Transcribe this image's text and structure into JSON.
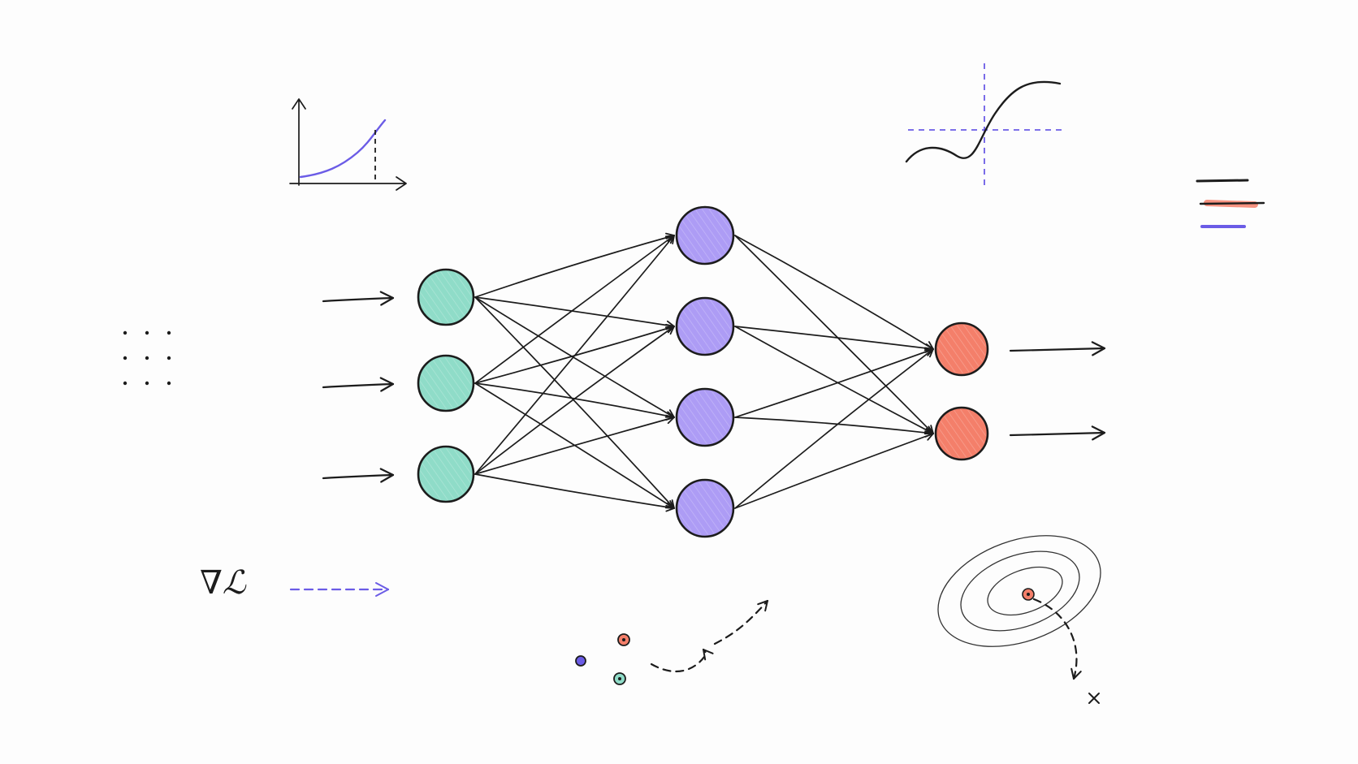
{
  "gradient_label": "∇ℒ",
  "colors": {
    "input": "#8fdcc8",
    "hidden": "#ad9cf5",
    "output": "#f47f6a",
    "ink": "#1c1c1c",
    "accent_blue": "#6b5ce6"
  },
  "network": {
    "layers": [
      {
        "name": "input",
        "nodes": 3
      },
      {
        "name": "hidden",
        "nodes": 4
      },
      {
        "name": "output",
        "nodes": 2
      }
    ],
    "input_arrows": 3,
    "output_arrows": 2
  },
  "icons": [
    "loss-curve-icon",
    "sigmoid-activation-icon",
    "dot-grid-icon",
    "legend-lines-icon",
    "gradient-arrow-icon",
    "contour-descent-icon",
    "scatter-points-icon"
  ]
}
